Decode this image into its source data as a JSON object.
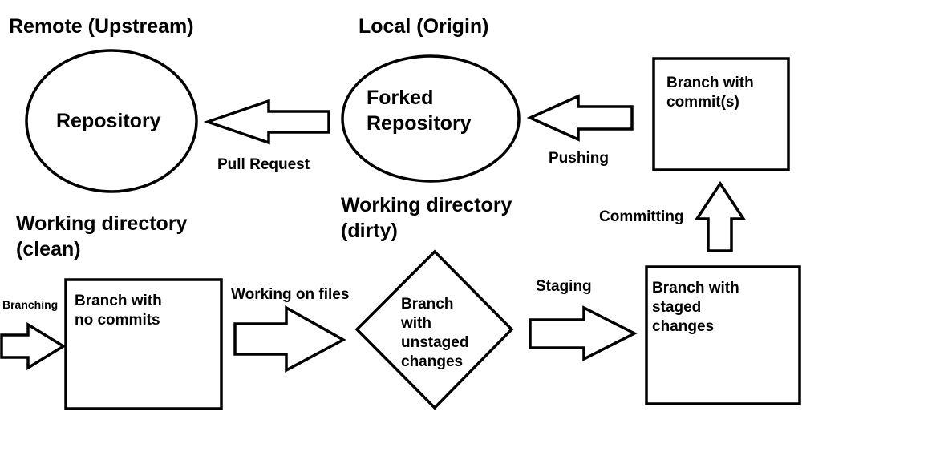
{
  "headings": {
    "remote": "Remote (Upstream)",
    "local": "Local (Origin)",
    "wd_clean_line1": "Working directory",
    "wd_clean_line2": "(clean)",
    "wd_dirty_line1": "Working directory",
    "wd_dirty_line2": "(dirty)"
  },
  "nodes": {
    "repository": "Repository",
    "forked_line1": "Forked",
    "forked_line2": "Repository",
    "commits_line1": "Branch with",
    "commits_line2": "commit(s)",
    "no_commits_line1": "Branch with",
    "no_commits_line2": "no commits",
    "unstaged_line1": "Branch",
    "unstaged_line2": "with",
    "unstaged_line3": "unstaged",
    "unstaged_line4": "changes",
    "staged_line1": "Branch with",
    "staged_line2": "staged",
    "staged_line3": "changes"
  },
  "edges": {
    "pull_request": "Pull Request",
    "pushing": "Pushing",
    "committing": "Committing",
    "branching": "Branching",
    "working_on_files": "Working on files",
    "staging": "Staging"
  }
}
